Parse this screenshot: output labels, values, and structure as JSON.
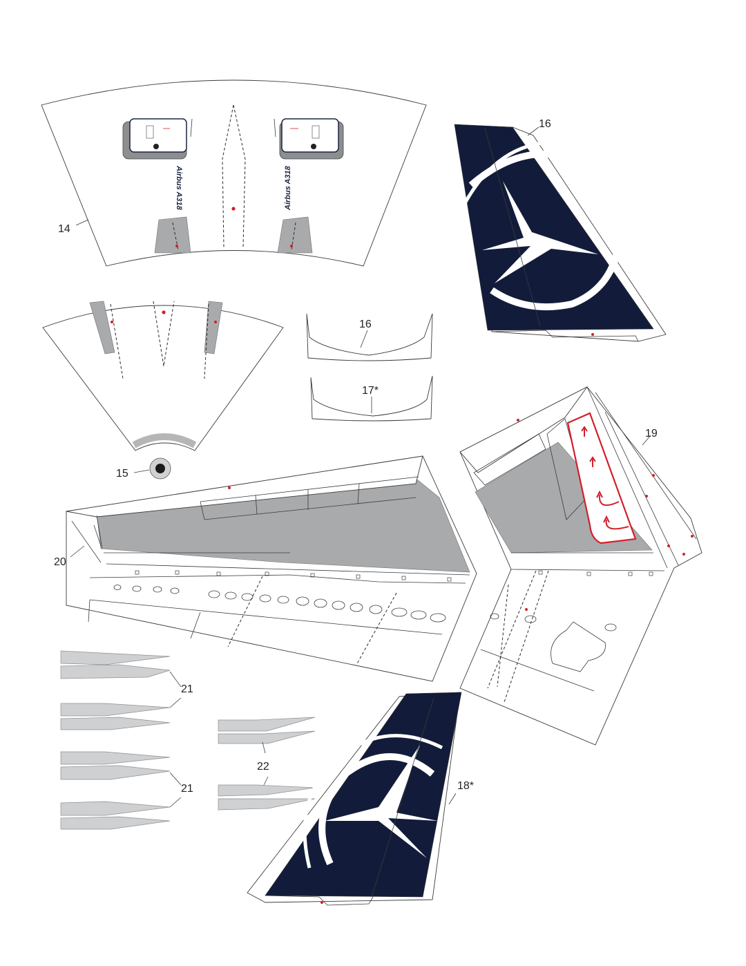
{
  "parts": [
    {
      "id": "14",
      "label": "14"
    },
    {
      "id": "15",
      "label": "15"
    },
    {
      "id": "16a",
      "label": "16"
    },
    {
      "id": "16b",
      "label": "16"
    },
    {
      "id": "17",
      "label": "17*"
    },
    {
      "id": "18",
      "label": "18*"
    },
    {
      "id": "19",
      "label": "19"
    },
    {
      "id": "20",
      "label": "20"
    },
    {
      "id": "21a",
      "label": "21"
    },
    {
      "id": "21b",
      "label": "21"
    },
    {
      "id": "22",
      "label": "22"
    }
  ],
  "fuselage_text": {
    "left": "Airbus A318",
    "right": "Airbus A318"
  },
  "colors": {
    "livery_navy": "#121c3a",
    "panel_grey": "#a9aaac",
    "light_grey": "#cfd0d2",
    "marker_red": "#d21f2a"
  },
  "icons": [
    "tail-logo-icon",
    "cargo-door-icon",
    "red-dot-marker"
  ]
}
